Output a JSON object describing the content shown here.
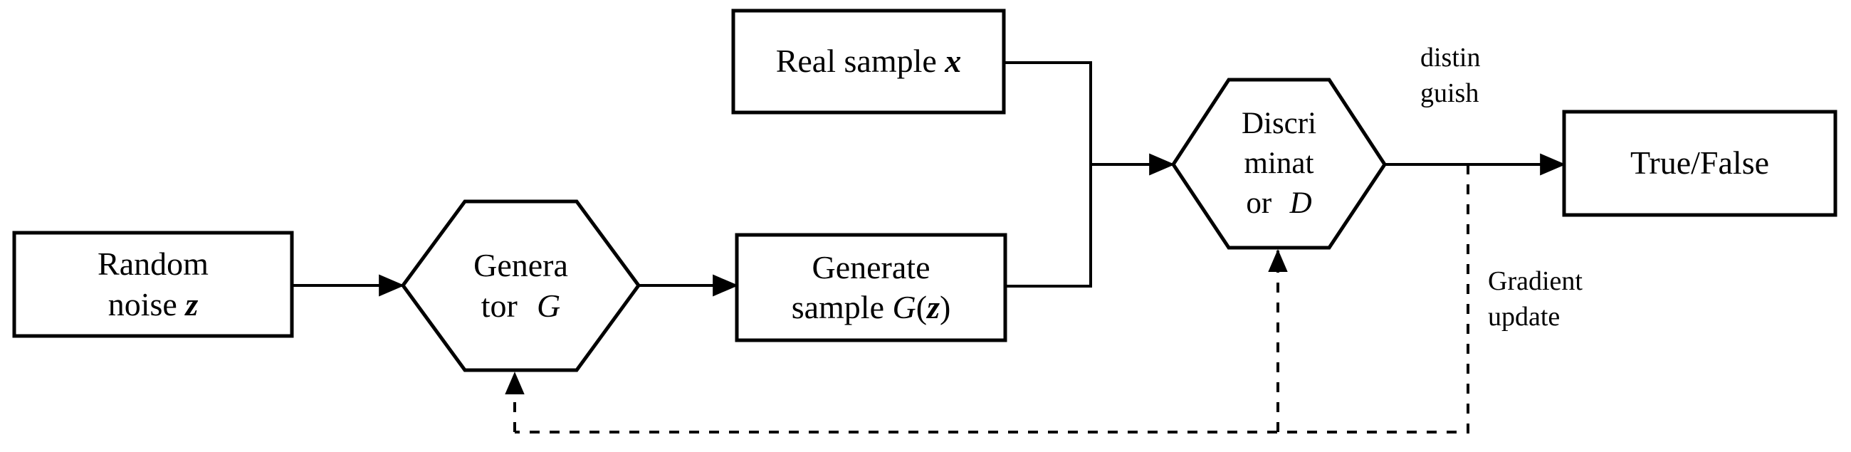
{
  "diagram": {
    "title": "Generative Adversarial Network (GAN) architecture flow diagram",
    "type": "flowchart",
    "colors": {
      "stroke": "#000000",
      "background": "#ffffff",
      "text": "#000000"
    },
    "nodes": [
      {
        "id": "random-noise",
        "shape": "rectangle",
        "lines": [
          "Random",
          "noise "
        ],
        "line1": "Random",
        "line2": "noise ",
        "symbol": "z",
        "symbol_style": "bold-italic"
      },
      {
        "id": "generator",
        "shape": "hexagon",
        "line1": "Genera",
        "line2": "tor ",
        "symbol": "G",
        "symbol_style": "italic"
      },
      {
        "id": "generate-sample",
        "shape": "rectangle",
        "line1": "Generate",
        "line2": "sample ",
        "symbol_g": "G",
        "paren_open": "(",
        "symbol_z": "z",
        "paren_close": ")"
      },
      {
        "id": "real-sample",
        "shape": "rectangle",
        "line1": "Real sample ",
        "symbol": "x",
        "symbol_style": "bold-italic"
      },
      {
        "id": "discriminator",
        "shape": "hexagon",
        "line1": "Discri",
        "line2": "minat",
        "line3": "or ",
        "symbol": "D",
        "symbol_style": "italic"
      },
      {
        "id": "true-false",
        "shape": "rectangle",
        "line1": "True/False"
      }
    ],
    "edge_labels": {
      "distinguish_line1": "distin",
      "distinguish_line2": "guish",
      "gradient_line1": "Gradient",
      "gradient_line2": "update"
    },
    "edges": [
      {
        "from": "random-noise",
        "to": "generator",
        "style": "solid",
        "arrow": true
      },
      {
        "from": "generator",
        "to": "generate-sample",
        "style": "solid",
        "arrow": true
      },
      {
        "from": "real-sample",
        "to": "discriminator",
        "style": "solid",
        "arrow": true
      },
      {
        "from": "generate-sample",
        "to": "discriminator",
        "style": "solid",
        "arrow": true
      },
      {
        "from": "discriminator",
        "to": "true-false",
        "style": "solid",
        "arrow": true,
        "label": "distinguish"
      },
      {
        "from": "true-false",
        "to": "discriminator",
        "style": "dashed",
        "arrow": true,
        "label": "Gradient update"
      },
      {
        "from": "true-false",
        "to": "generator",
        "style": "dashed",
        "arrow": true,
        "label": "Gradient update"
      }
    ]
  }
}
